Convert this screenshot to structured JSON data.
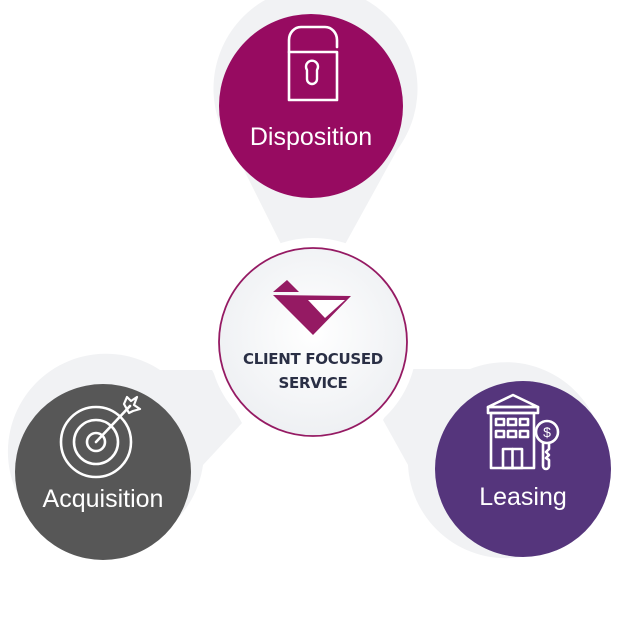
{
  "diagram": {
    "center": {
      "title_line1": "CLIENT FOCUSED",
      "title_line2": "SERVICE",
      "logo": "triangle-logo-icon",
      "accent_color": "#951a63",
      "text_color": "#2a2f45"
    },
    "nodes": [
      {
        "id": "disposition",
        "label": "Disposition",
        "icon": "padlock-icon",
        "color": "#970b61"
      },
      {
        "id": "acquisition",
        "label": "Acquisition",
        "icon": "target-arrow-icon",
        "color": "#575757"
      },
      {
        "id": "leasing",
        "label": "Leasing",
        "icon": "building-key-icon",
        "color": "#55357c"
      }
    ],
    "pin_color": "#f1f2f4"
  }
}
